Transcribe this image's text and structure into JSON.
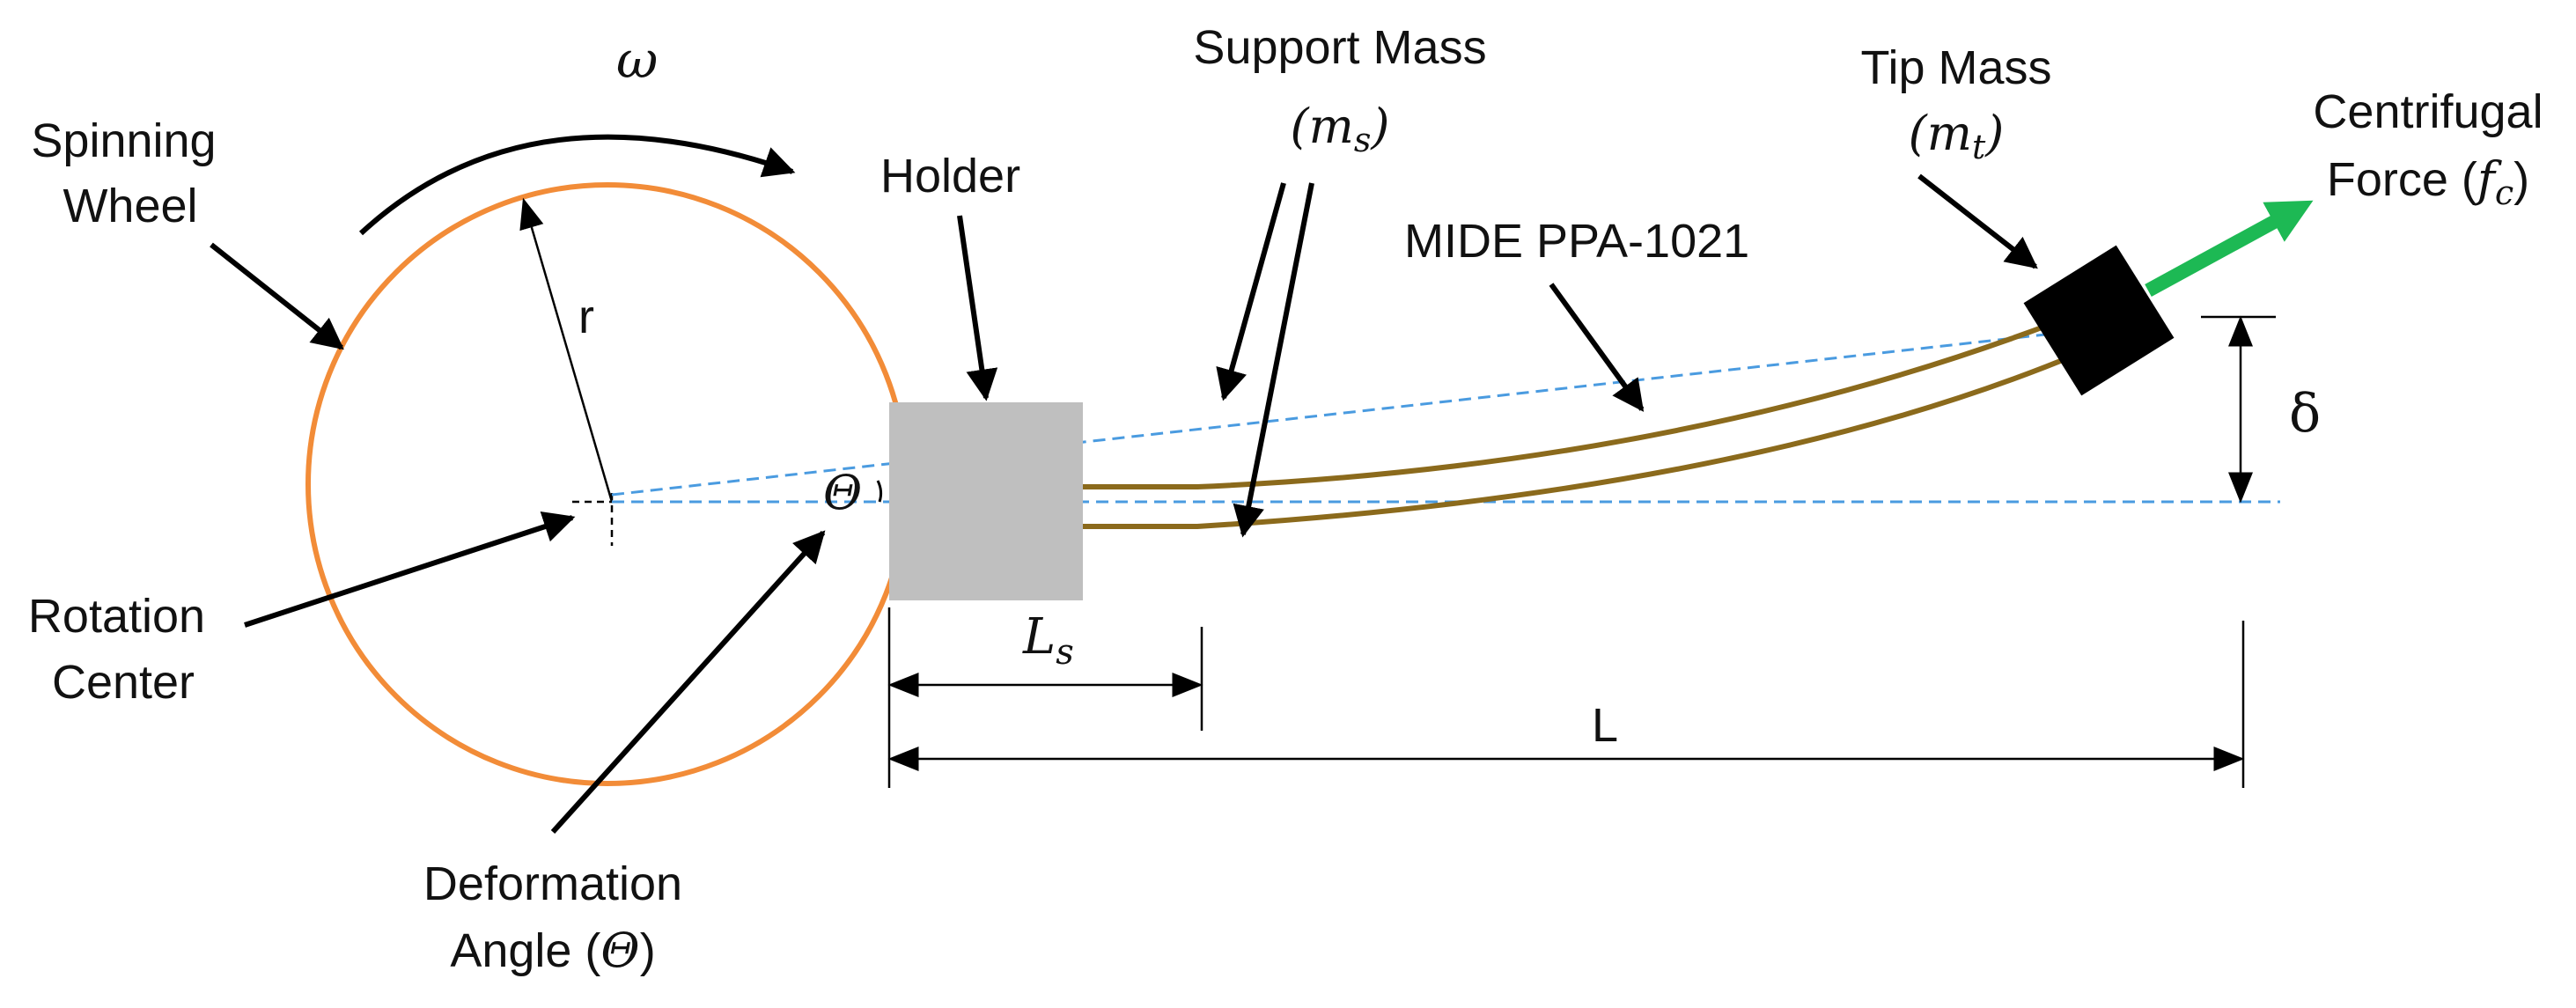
{
  "labels": {
    "omega": "ω",
    "spinning_wheel_line1": "Spinning",
    "spinning_wheel_line2": "Wheel",
    "radius": "r",
    "holder": "Holder",
    "support_mass_line1": "Support Mass",
    "support_mass_open": "(",
    "support_mass_var": "m",
    "support_mass_sub": "s",
    "support_mass_close": ")",
    "piezo": "MIDE PPA-1021",
    "tip_mass_line1": "Tip Mass",
    "tip_mass_open": "(",
    "tip_mass_var": "m",
    "tip_mass_sub": "t",
    "tip_mass_close": ")",
    "centrifugal_line1": "Centrifugal",
    "centrifugal_prefix": "Force (",
    "centrifugal_var": "f",
    "centrifugal_sub": "c",
    "centrifugal_close": ")",
    "delta": "δ",
    "theta": "Θ",
    "rotation_line1": "Rotation",
    "rotation_line2": "Center",
    "ls_var": "L",
    "ls_sub": "s",
    "length": "L",
    "deformation_line1": "Deformation",
    "deformation_prefix": "Angle (",
    "deformation_var": "Θ",
    "deformation_close": ")"
  },
  "colors": {
    "wheel": "#F28C38",
    "holder": "#BFBFBF",
    "beam": "#8B6A1C",
    "dashed": "#4A9BE0",
    "tip_mass": "#000000",
    "force_arrow": "#1DB954",
    "ink": "#000000"
  }
}
